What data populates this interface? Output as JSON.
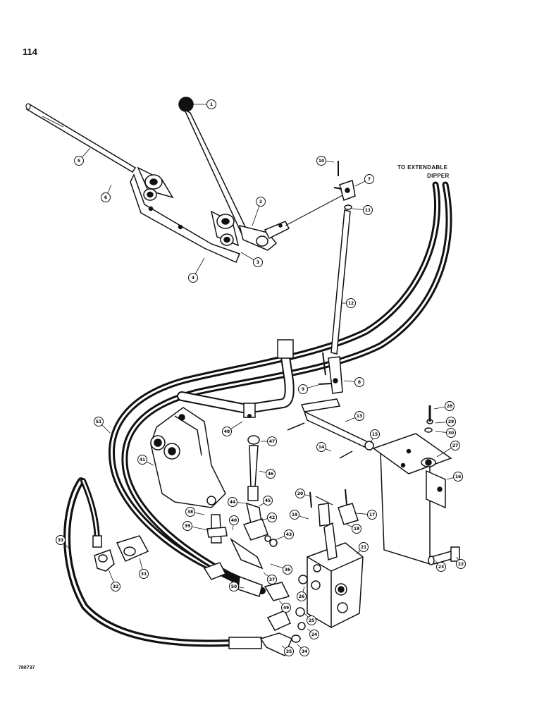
{
  "page_number": "114",
  "figure_id": "780737",
  "hose_destination": {
    "line1": "TO EXTENDABLE",
    "line2": "DIPPER"
  },
  "callouts": [
    "1",
    "2",
    "3",
    "4",
    "5",
    "6",
    "7",
    "8",
    "9",
    "10",
    "11",
    "12",
    "13",
    "14",
    "15",
    "16",
    "17",
    "18",
    "19",
    "20",
    "21",
    "22",
    "23",
    "24",
    "25",
    "26",
    "27",
    "28",
    "29",
    "30",
    "31",
    "32",
    "33",
    "34",
    "35",
    "36",
    "37",
    "38",
    "39",
    "40",
    "41",
    "42",
    "43",
    "44",
    "45",
    "46",
    "47",
    "48",
    "49",
    "50",
    "51"
  ]
}
